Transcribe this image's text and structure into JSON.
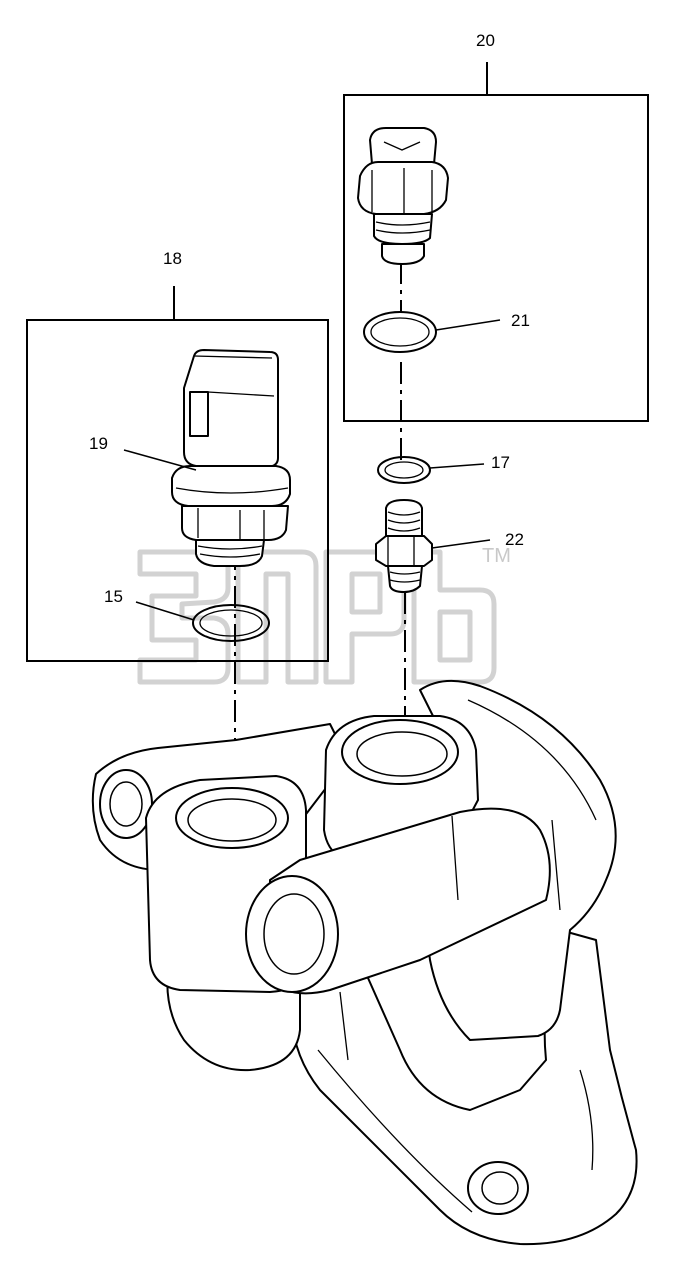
{
  "diagram": {
    "callouts": {
      "c15": "15",
      "c17": "17",
      "c18": "18",
      "c19": "19",
      "c20": "20",
      "c21": "21",
      "c22": "22"
    },
    "watermark": {
      "trademark": "TM"
    },
    "colors": {
      "line": "#000000",
      "watermark": "#d2d2d2",
      "background": "#ffffff"
    }
  }
}
